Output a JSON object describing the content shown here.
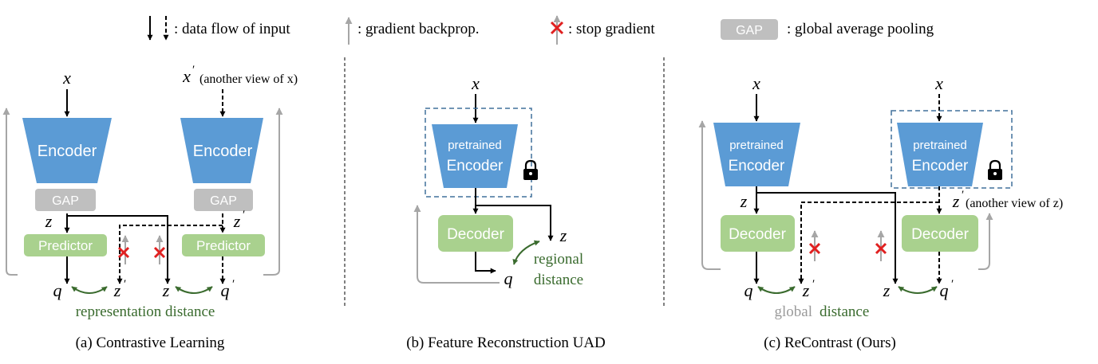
{
  "legend": {
    "data_flow": ": data flow of input",
    "gradient": ": gradient  backprop.",
    "stop_gradient": ": stop gradient",
    "gap_box": "GAP",
    "gap_desc": ":  global average pooling"
  },
  "panel_a": {
    "x_left": "x",
    "x_right": "x",
    "x_right_note": "(another view of x)",
    "encoder": "Encoder",
    "gap": "GAP",
    "predictor": "Predictor",
    "z": "z",
    "z_prime": "z",
    "q": "q",
    "q_prime": "q",
    "distance": "representation  distance",
    "caption": "(a) Contrastive  Learning"
  },
  "panel_b": {
    "x": "x",
    "encoder_line1": "pretrained",
    "encoder_line2": "Encoder",
    "decoder": "Decoder",
    "z": "z",
    "q": "q",
    "distance_line1": "regional",
    "distance_line2": "distance",
    "caption": "(b) Feature  Reconstruction  UAD"
  },
  "panel_c": {
    "x_left": "x",
    "x_right": "x",
    "encoder_line1": "pretrained",
    "encoder_line2": "Encoder",
    "decoder": "Decoder",
    "z": "z",
    "z_prime": "z",
    "z_prime_note": "(another view of z)",
    "q": "q",
    "q_prime": "q",
    "distance_global": "global",
    "distance_word": "distance",
    "caption": "(c) ReContrast  (Ours)"
  },
  "colors": {
    "encoder": "#5b9bd5",
    "decoder": "#a9d18e",
    "gap": "#bfbfbf",
    "gradient_arrow": "#a6a6a6",
    "stop_cross": "#e02020",
    "distance": "#3a6b2e",
    "frozen_box": "#41719c"
  },
  "icons": {
    "lock": "lock-icon",
    "cross": "stop-gradient-cross-icon",
    "double_arrow": "double-headed-curved-arrow-icon"
  }
}
